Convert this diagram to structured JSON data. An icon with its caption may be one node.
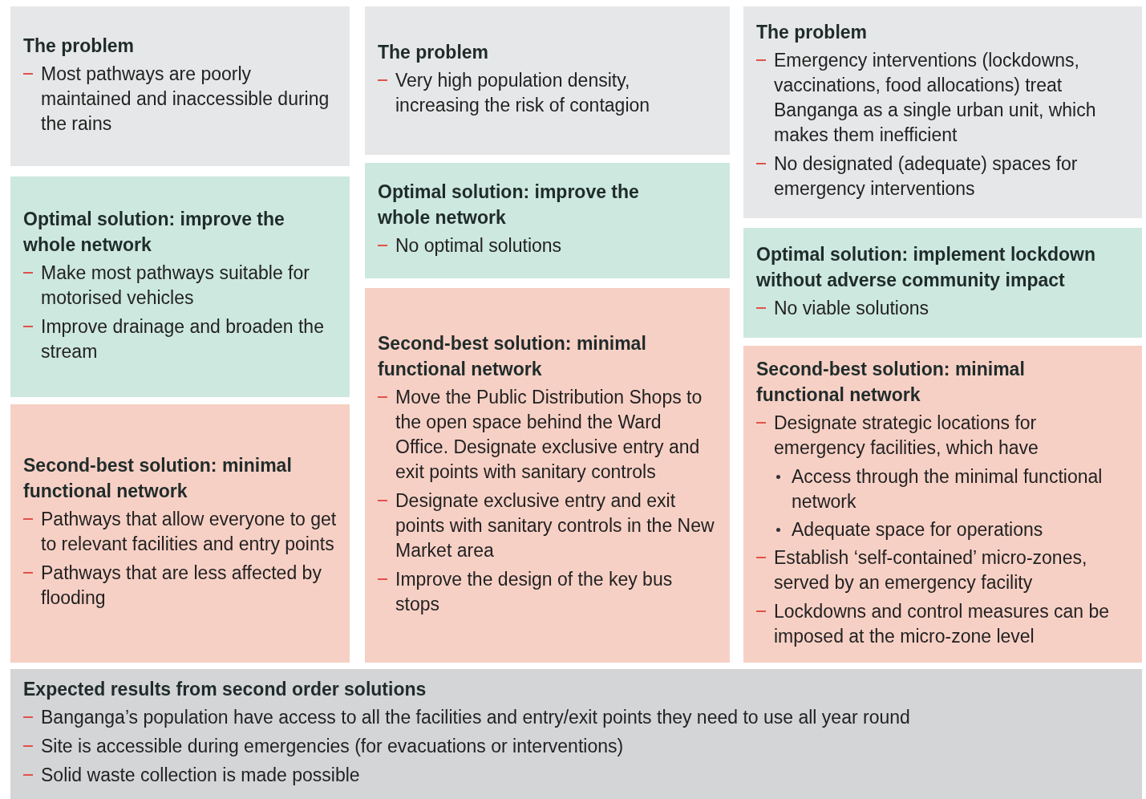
{
  "diagram": {
    "nodes": [
      {
        "text": [
          "The problem",
          "Most pathways are poorly maintained and inaccessible during the rains"
        ]
      },
      {
        "text": [
          "The problem",
          "Very high population density, increasing the risk of contagion"
        ]
      },
      {
        "text": [
          "The problem",
          "Emergency interventions (lockdowns, vaccinations, food allocations) treat Banganga as a single urban unit, which makes them inefficient",
          "No designated (adequate) spaces for emergency interventions"
        ]
      },
      {
        "text": [
          "Optimal solution: improve the whole network",
          "Make most pathways suitable for motorised vehicles",
          "Improve drainage and broaden the stream"
        ]
      },
      {
        "text": [
          "Optimal solution: improve the whole network",
          "No optimal solutions"
        ]
      },
      {
        "text": [
          "Optimal solution: implement lockdown without adverse community impact",
          "No viable solutions"
        ]
      },
      {
        "text": [
          "Second-best solution: minimal functional network",
          "Pathways that allow everyone to get to relevant facilities and entry points",
          "Pathways that are less affected by flooding"
        ]
      },
      {
        "text": [
          "Second-best solution: minimal functional network",
          "Move the Public Distribution Shops to the open space behind the Ward Office. Designate exclusive entry and exit points with sanitary controls",
          "Designate exclusive entry and exit points with sanitary controls in the New Market area",
          "Improve the design of the key bus stops"
        ]
      },
      {
        "text": [
          "Second-best solution: minimal functional network",
          "Designate strategic locations for emergency facilities, which have",
          "Access through the minimal functional network",
          "Adequate space for operations",
          "Establish ‘self-contained’ micro-zones, served by an emergency facility",
          "Lockdowns and control measures can be imposed at the micro-zone level"
        ]
      },
      {
        "text": [
          "Expected results from second order solutions",
          "Banganga’s population have access to all the facilities and entry/exit points they need to use all year round",
          "Site is accessible during emergencies (for evacuations or interventions)",
          "Solid waste collection is made possible"
        ]
      }
    ]
  }
}
